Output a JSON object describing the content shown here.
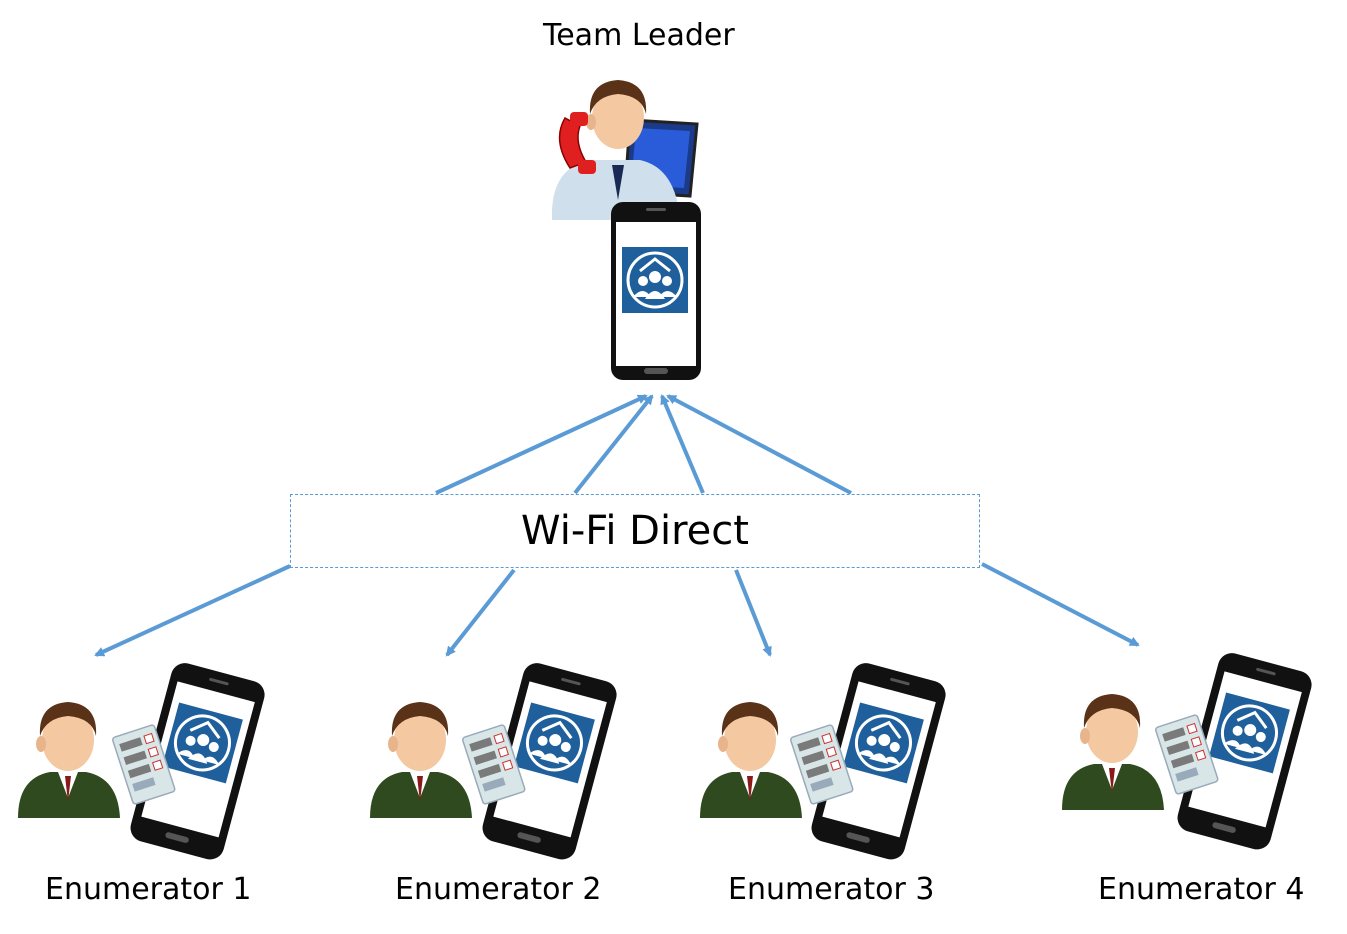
{
  "leader": {
    "label": "Team Leader"
  },
  "hub": {
    "label": "Wi-Fi Direct"
  },
  "enumerators": [
    {
      "label": "Enumerator 1"
    },
    {
      "label": "Enumerator 2"
    },
    {
      "label": "Enumerator 3"
    },
    {
      "label": "Enumerator 4"
    }
  ],
  "colors": {
    "arrow": "#5b9bd5",
    "app_blue": "#1f5f9b",
    "phone_body": "#111111",
    "leader_shirt": "#cfe0ec",
    "enumerator_suit": "#2f4a1f",
    "phone_receiver": "#e02020"
  },
  "icons": [
    "team-leader-avatar-icon",
    "smartphone-icon",
    "census-app-icon",
    "enumerator-avatar-icon",
    "questionnaire-form-icon",
    "telephone-receiver-icon",
    "monitor-icon"
  ]
}
